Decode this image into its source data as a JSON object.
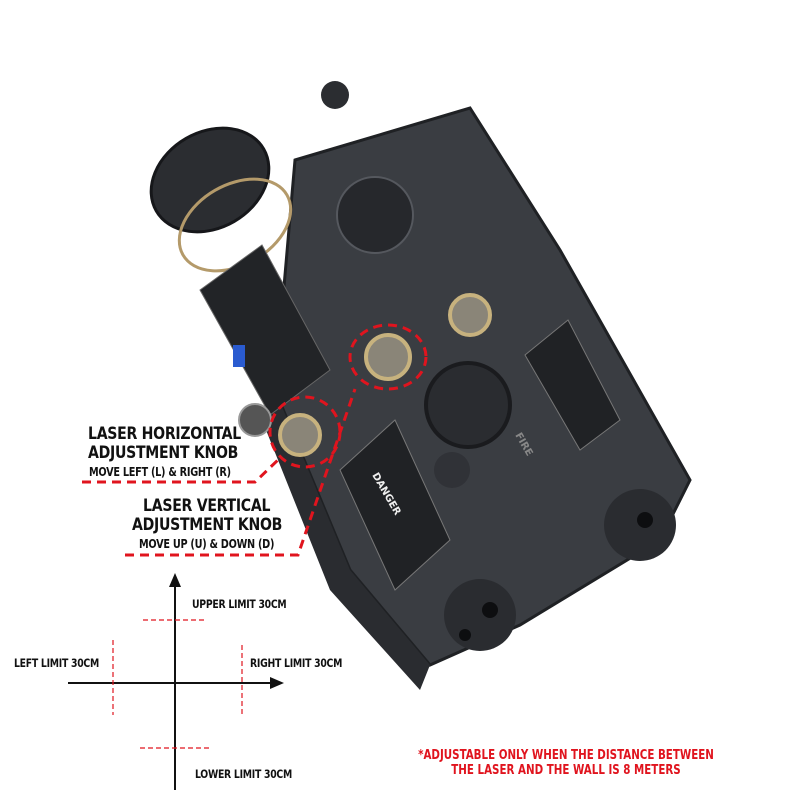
{
  "annotations": {
    "horizontal_knob": {
      "title_line1": "LASER HORIZONTAL",
      "title_line2": "ADJUSTMENT KNOB",
      "subtitle": "MOVE LEFT (L) & RIGHT (R)"
    },
    "vertical_knob": {
      "title_line1": "LASER VERTICAL",
      "title_line2": "ADJUSTMENT KNOB",
      "subtitle": "MOVE UP (U) & DOWN (D)"
    }
  },
  "limits": {
    "upper": "UPPER LIMIT 30CM",
    "lower": "LOWER LIMIT 30CM",
    "left": "LEFT LIMIT 30CM",
    "right": "RIGHT LIMIT 30CM"
  },
  "note": {
    "line1": "*ADJUSTABLE ONLY WHEN THE DISTANCE BETWEEN",
    "line2": "THE LASER AND THE WALL IS 8 METERS"
  },
  "device_labels": {
    "fire": "FIRE",
    "danger": "DANGER"
  },
  "colors": {
    "accent_red": "#e0141e",
    "device_body": "#3a3d42",
    "text": "#111111"
  }
}
